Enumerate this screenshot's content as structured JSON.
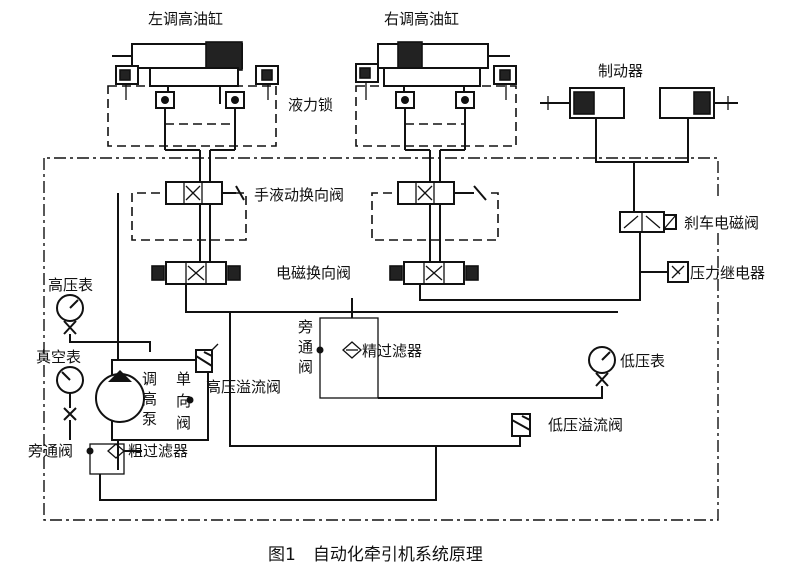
{
  "labels": {
    "left_cylinder": "左调高油缸",
    "right_cylinder": "右调高油缸",
    "hydraulic_lock": "液力锁",
    "brake": "制动器",
    "manual_valve": "手液动换向阀",
    "brake_solenoid_valve": "刹车电磁阀",
    "solenoid_valve": "电磁换向阀",
    "pressure_relay": "压力继电器",
    "high_pressure_gauge": "高压表",
    "vacuum_gauge": "真空表",
    "pump_l1": "调",
    "pump_l2": "高",
    "pump_l3": "泵",
    "check_l1": "单",
    "check_l2": "向",
    "check_l3": "阀",
    "high_relief": "高压溢流阀",
    "bypass_top_l1": "旁",
    "bypass_top_l2": "通",
    "bypass_top_l3": "阀",
    "fine_filter": "精过滤器",
    "low_pressure_gauge": "低压表",
    "low_relief": "低压溢流阀",
    "bypass_bottom": "旁通阀",
    "coarse_filter": "粗过滤器"
  },
  "caption": "图1　自动化牵引机系统原理"
}
